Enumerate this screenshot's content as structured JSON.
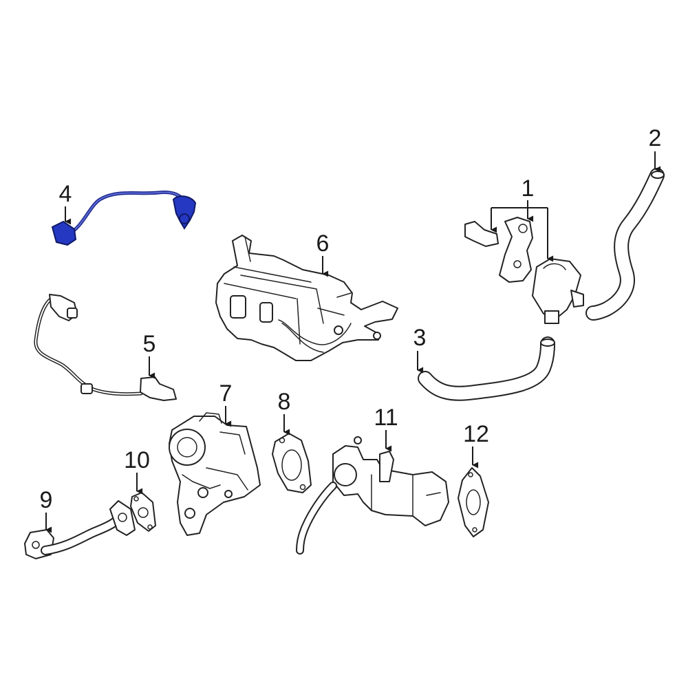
{
  "diagram": {
    "callouts": [
      {
        "id": "1",
        "label": "1"
      },
      {
        "id": "2",
        "label": "2"
      },
      {
        "id": "3",
        "label": "3"
      },
      {
        "id": "4",
        "label": "4"
      },
      {
        "id": "5",
        "label": "5"
      },
      {
        "id": "6",
        "label": "6"
      },
      {
        "id": "7",
        "label": "7"
      },
      {
        "id": "8",
        "label": "8"
      },
      {
        "id": "9",
        "label": "9"
      },
      {
        "id": "10",
        "label": "10"
      },
      {
        "id": "11",
        "label": "11"
      },
      {
        "id": "12",
        "label": "12"
      }
    ],
    "highlight_color": "#2438c2",
    "line_color": "#222222"
  }
}
